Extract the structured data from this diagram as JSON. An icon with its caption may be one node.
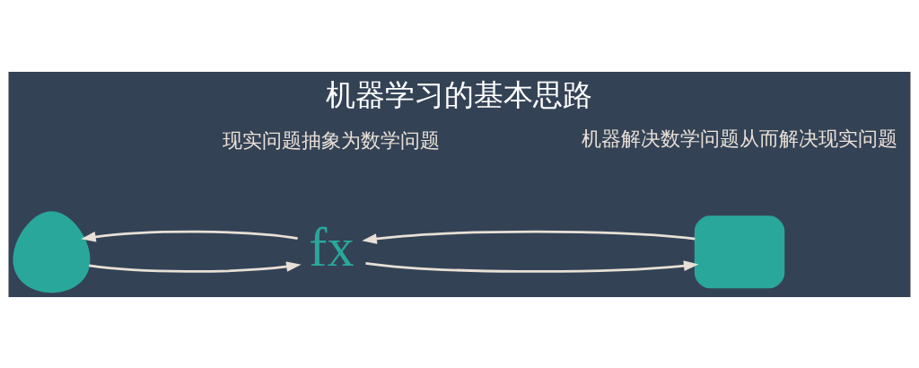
{
  "diagram": {
    "title": "机器学习的基本思路",
    "nodes": [
      {
        "text": [],
        "shape": "person"
      },
      {
        "text": [
          "fx"
        ]
      },
      {
        "text": [],
        "shape": "monitor"
      }
    ],
    "edges": [
      {
        "from": 1,
        "to": 0,
        "arrow": "to"
      },
      {
        "from": 0,
        "to": 1,
        "arrow": "to"
      },
      {
        "from": 2,
        "to": 1,
        "arrow": "to"
      },
      {
        "from": 1,
        "to": 2,
        "arrow": "to"
      }
    ],
    "labels": [
      "现实问题抽象为数学问题",
      "机器解决数学问题从而解决现实问题"
    ]
  }
}
